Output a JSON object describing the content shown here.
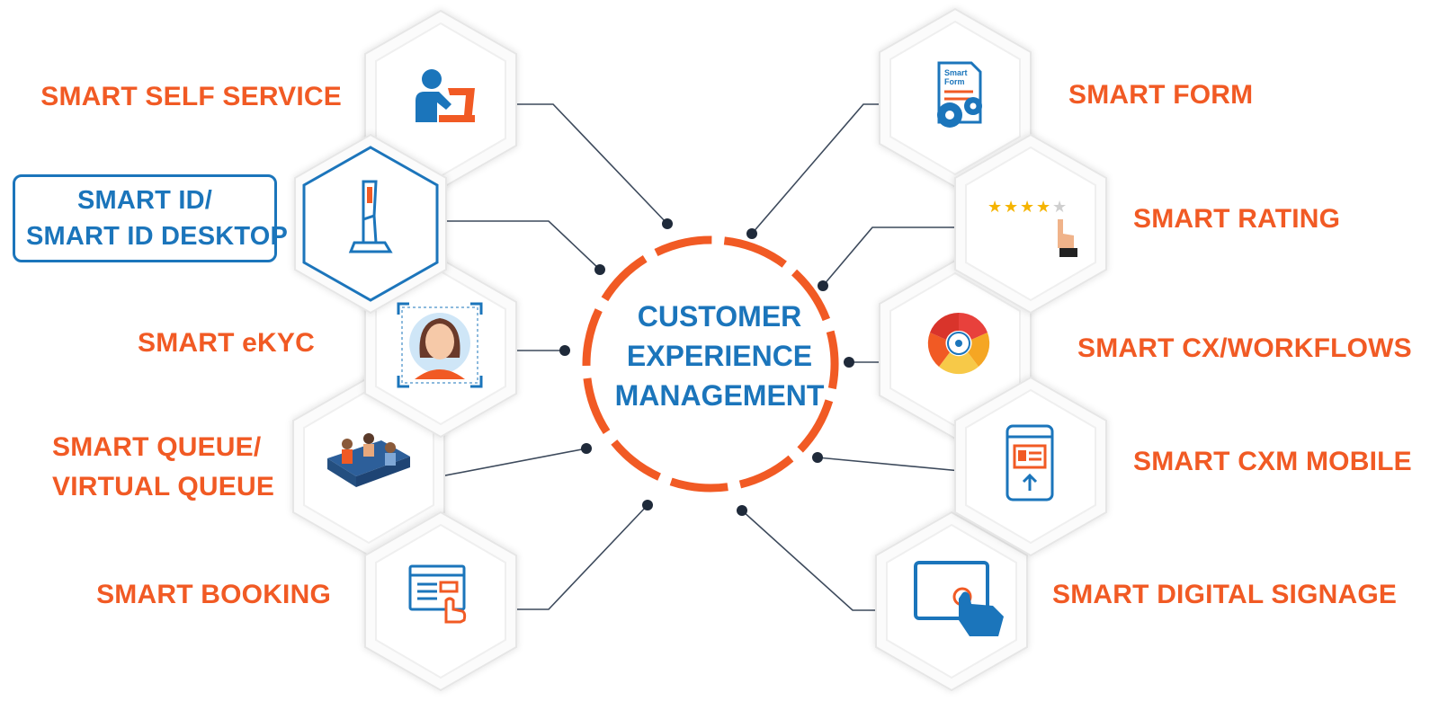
{
  "center": {
    "lines": [
      "CUSTOMER",
      "EXPERIENCE",
      "MANAGEMENT"
    ]
  },
  "left_items": [
    {
      "id": "self-service",
      "lines": [
        "SMART SELF SERVICE"
      ]
    },
    {
      "id": "id-desktop",
      "lines": [
        "SMART ID/",
        "SMART ID DESKTOP"
      ],
      "highlighted": true
    },
    {
      "id": "ekyc",
      "lines": [
        "SMART eKYC"
      ]
    },
    {
      "id": "queue",
      "lines": [
        "SMART QUEUE/",
        "VIRTUAL QUEUE"
      ]
    },
    {
      "id": "booking",
      "lines": [
        "SMART BOOKING"
      ]
    }
  ],
  "right_items": [
    {
      "id": "form",
      "lines": [
        "SMART FORM"
      ]
    },
    {
      "id": "rating",
      "lines": [
        "SMART RATING"
      ]
    },
    {
      "id": "cx-workflows",
      "lines": [
        "SMART CX/WORKFLOWS"
      ]
    },
    {
      "id": "cxm-mobile",
      "lines": [
        "SMART CXM MOBILE"
      ]
    },
    {
      "id": "digital-signage",
      "lines": [
        "SMART DIGITAL SIGNAGE"
      ]
    }
  ],
  "icon_text": {
    "smart_form_badge": [
      "Smart",
      "Form"
    ]
  },
  "colors": {
    "orange": "#f15a24",
    "blue": "#1b75bb",
    "line": "#3d4a5c",
    "hex_border": "#e6e6e6"
  },
  "icons": [
    "self-service-kiosk-icon",
    "id-kiosk-icon",
    "ekyc-face-icon",
    "queue-seats-icon",
    "booking-screen-icon",
    "smart-form-icon",
    "star-rating-icon",
    "workflow-wheel-icon",
    "mobile-id-icon",
    "digital-signage-tablet-icon"
  ]
}
